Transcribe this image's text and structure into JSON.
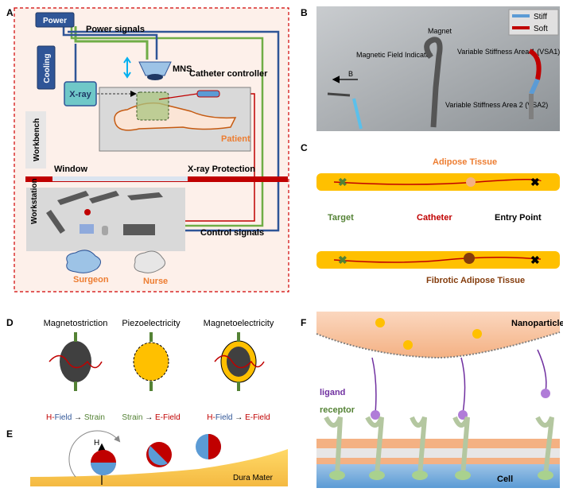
{
  "panel_letters": {
    "a": "A",
    "b": "B",
    "c": "C",
    "d": "D",
    "e": "E",
    "f": "F"
  },
  "panelA": {
    "power": "Power",
    "cooling": "Cooling",
    "xray": "X-ray",
    "power_signals": "Power signals",
    "mns": "MNS",
    "catheter_controller": "Catheter controller",
    "patient": "Patient",
    "workbench": "Workbench",
    "window": "Window",
    "xray_protection": "X-ray Protection",
    "workstation": "Workstation",
    "control_signals": "Control signals",
    "surgeon": "Surgeon",
    "nurse": "Nurse"
  },
  "panelB": {
    "legend_stiff": "Stiff",
    "legend_soft": "Soft",
    "magnet": "Magnet",
    "mag_field_indicator": "Magnetic Field Indicator",
    "b_label": "B",
    "vsa1": "Variable Stiffness Area 1 (VSA1)",
    "vsa2": "Variable Stiffness Area 2 (VSA2)"
  },
  "panelC": {
    "adipose": "Adipose Tissue",
    "target": "Target",
    "catheter": "Catheter",
    "entry": "Entry Point",
    "fibrotic": "Fibrotic Adipose Tissue"
  },
  "panelD": {
    "magnetostriction": "Magnetostriction",
    "piezo": "Piezoelectricity",
    "magnetoelectric": "Magnetoelectricity",
    "eq1": [
      "H-",
      "Field",
      " → ",
      "Strain"
    ],
    "eq2": [
      "Strain",
      " → ",
      "E-Field"
    ],
    "eq3": [
      "H-",
      "Field",
      " → ",
      "E-Field"
    ]
  },
  "panelE": {
    "h_label": "H",
    "dura": "Dura Mater"
  },
  "panelF": {
    "nanoparticle": "Nanoparticle",
    "ligand": "ligand",
    "receptor": "receptor",
    "cell": "Cell"
  },
  "colors": {
    "red": "#c00000",
    "blue": "#2f5597",
    "green": "#548235",
    "orange": "#ed7d31",
    "adipose": "#ffc000",
    "purple": "#7030a0"
  }
}
